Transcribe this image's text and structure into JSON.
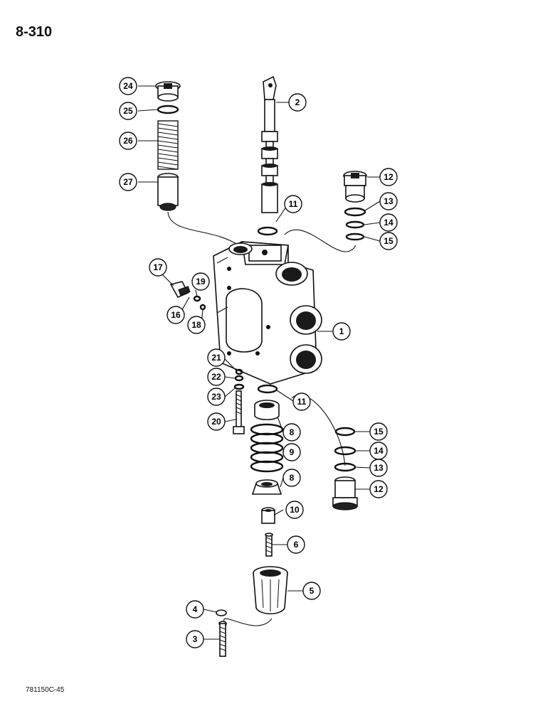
{
  "header": {
    "page_number": "8-310"
  },
  "footer": {
    "figure_code": "781150C-45"
  },
  "callouts": {
    "c1": "1",
    "c2": "2",
    "c3": "3",
    "c4": "4",
    "c5": "5",
    "c6": "6",
    "c8a": "8",
    "c8b": "8",
    "c9": "9",
    "c10": "10",
    "c11a": "11",
    "c11b": "11",
    "c12a": "12",
    "c12b": "12",
    "c13a": "13",
    "c13b": "13",
    "c14a": "14",
    "c14b": "14",
    "c15a": "15",
    "c15b": "15",
    "c16": "16",
    "c17": "17",
    "c18": "18",
    "c19": "19",
    "c20": "20",
    "c21": "21",
    "c22": "22",
    "c23": "23",
    "c24": "24",
    "c25": "25",
    "c26": "26",
    "c27": "27"
  }
}
